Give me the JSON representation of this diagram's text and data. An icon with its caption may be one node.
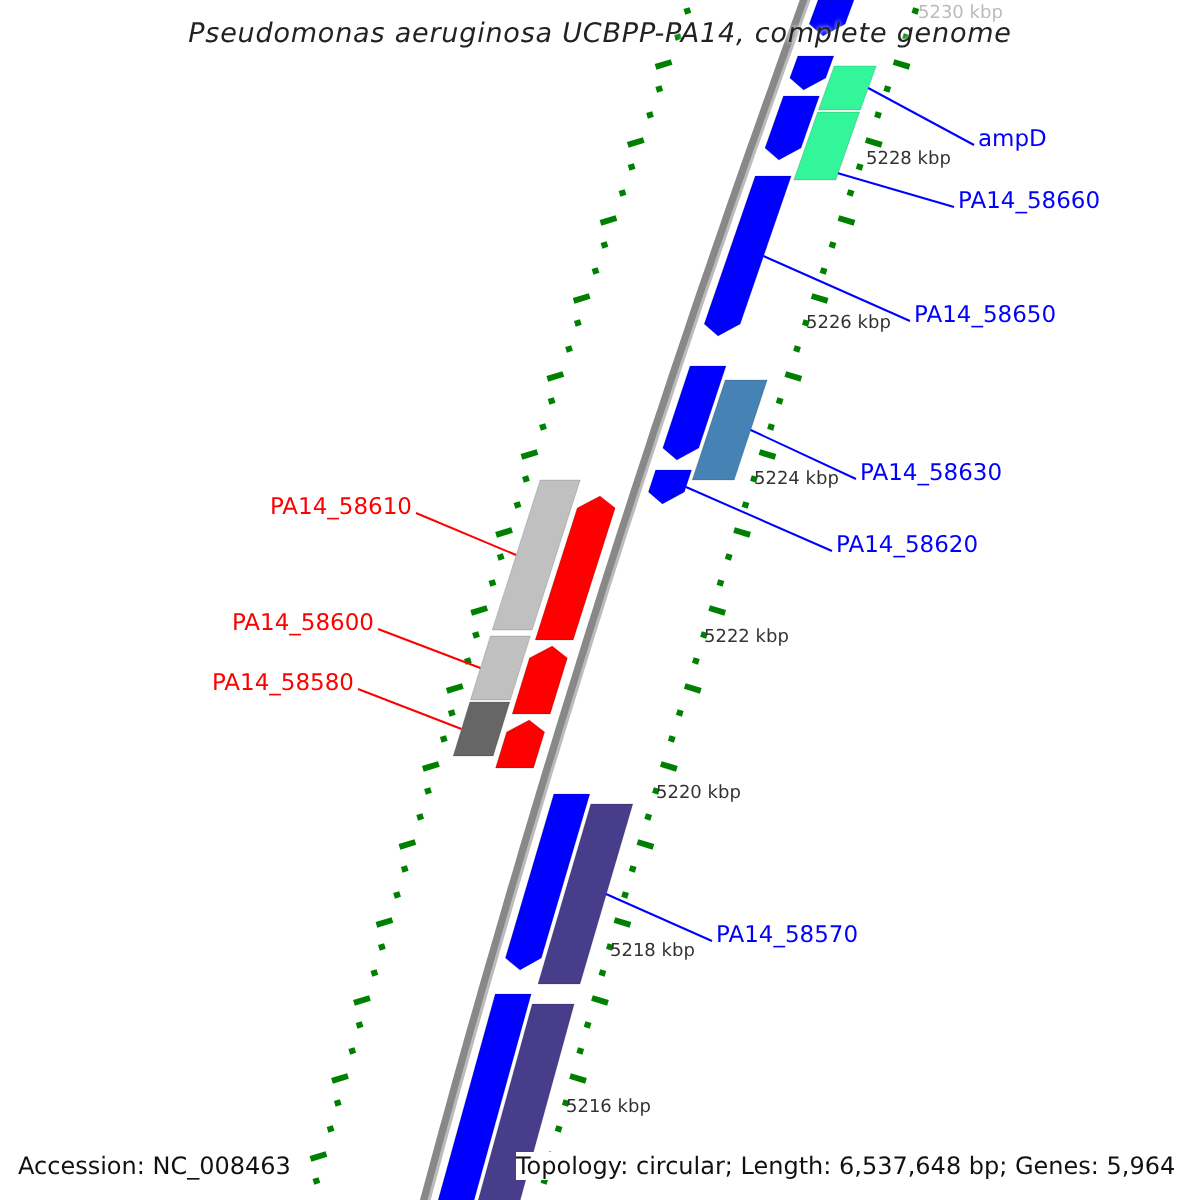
{
  "diagram": {
    "title": "Pseudomonas aeruginosa UCBPP-PA14, complete genome",
    "nodes": [
      {
        "text": [
          "ampD"
        ]
      },
      {
        "text": [
          "PA14_58660"
        ]
      },
      {
        "text": [
          "PA14_58650"
        ]
      },
      {
        "text": [
          "PA14_58630"
        ]
      },
      {
        "text": [
          "PA14_58620"
        ]
      },
      {
        "text": [
          "PA14_58610"
        ]
      },
      {
        "text": [
          "PA14_58600"
        ]
      },
      {
        "text": [
          "PA14_58580"
        ]
      },
      {
        "text": [
          "PA14_58570"
        ]
      },
      {
        "text": [],
        "shape": "bar"
      },
      {
        "text": [],
        "shape": "bar"
      },
      {
        "text": [],
        "shape": "bar"
      },
      {
        "text": [],
        "shape": "bar"
      },
      {
        "text": [],
        "shape": "bar"
      },
      {
        "text": [],
        "shape": "bar"
      },
      {
        "text": [],
        "shape": "bar"
      },
      {
        "text": [],
        "shape": "bar"
      },
      {
        "text": [],
        "shape": "bar"
      },
      {
        "text": [],
        "shape": "bar"
      },
      {
        "text": [],
        "shape": "bar"
      },
      {
        "text": [],
        "shape": "bar"
      },
      {
        "text": [],
        "shape": "bar"
      },
      {
        "text": [],
        "shape": "bar"
      },
      {
        "text": [],
        "shape": "bar"
      },
      {
        "text": [],
        "shape": "bar"
      },
      {
        "text": [],
        "shape": "bar"
      },
      {
        "text": [],
        "shape": "bar"
      },
      {
        "text": [],
        "shape": "bar"
      }
    ],
    "edges": [
      {
        "from": 0,
        "to": 11,
        "arrow": "none"
      },
      {
        "from": 1,
        "to": 13,
        "arrow": "none"
      },
      {
        "from": 2,
        "to": 14,
        "arrow": "none"
      },
      {
        "from": 3,
        "to": 16,
        "arrow": "none"
      },
      {
        "from": 4,
        "to": 17,
        "arrow": "none"
      },
      {
        "from": 5,
        "to": 18,
        "arrow": "none",
        "color": "#ff0000"
      },
      {
        "from": 6,
        "to": 20,
        "arrow": "none",
        "color": "#ff0000"
      },
      {
        "from": 7,
        "to": 22,
        "arrow": "none",
        "color": "#ff0000"
      },
      {
        "from": 8,
        "to": 25,
        "arrow": "none"
      }
    ],
    "labels": [
      "5230 kbp",
      "5228 kbp",
      "5226 kbp",
      "5224 kbp",
      "5222 kbp",
      "5220 kbp",
      "5218 kbp",
      "5216 kbp",
      "Accession: NC_008463",
      "Topology: circular; Length: 6,537,648 bp; Genes: 5,964"
    ]
  }
}
